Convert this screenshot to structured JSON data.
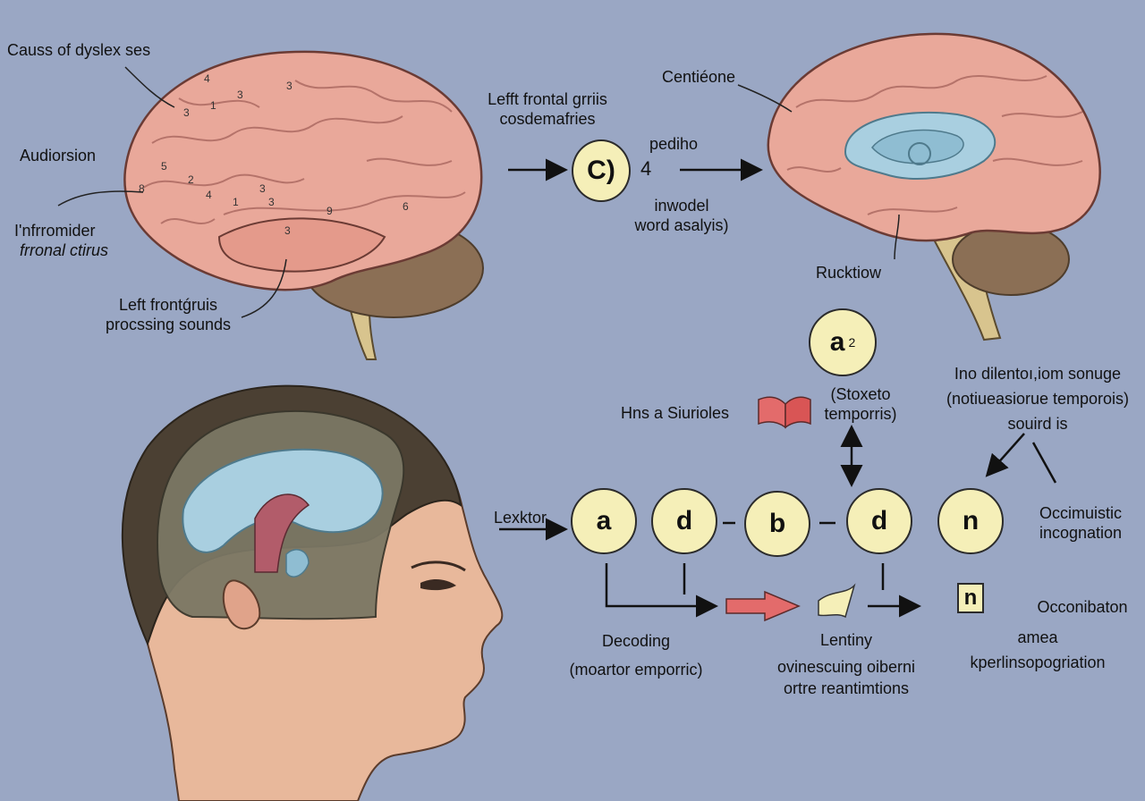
{
  "labels": {
    "causes": "Causs of dyslex ses",
    "audiorsion": "Audiorsion",
    "inferior_line1": "I'nfrromider",
    "inferior_line2": "frronal ctirus",
    "left_front_line1": "Left frontǵruis",
    "left_front_line2": "procssing sounds",
    "top_mid_line1": "Lefft frontal grriis",
    "top_mid_line2": "cosdemafries",
    "pediho": "pediho",
    "inwodel_line1": "inwodel",
    "inwodel_line2": "word asalyis)",
    "centieone": "Centiéone",
    "rucktiow": "Rucktiow",
    "hns": "Hns a Siurioles",
    "stoxeto_line1": "(Stoxeto",
    "stoxeto_line2": "temporris)",
    "right_line1": "Ino dilentoı,iom sonuge",
    "right_line2": "(notiueasiorue temporois)",
    "right_line3": "souird is",
    "lexktor": "Lexktor",
    "occim_line1": "Occimuistic",
    "occim_line2": "incognation",
    "decoding_line1": "Decoding",
    "decoding_line2": "(moartor emporric)",
    "lentiny_line1": "Lentiny",
    "lentiny_line2": "ovinescuing oiberni",
    "lentiny_line3": "ortre reantimtions",
    "occon_line1": "Occonibaton",
    "occon_line2": "amea",
    "occon_line3": "kperlinsopogriation"
  },
  "nodes": {
    "c_node": "C)",
    "c_mark": "4",
    "a2_letter": "a",
    "a2_sup": "2",
    "seq": [
      "a",
      "d",
      "b",
      "d",
      "n"
    ],
    "square": "n"
  },
  "brain_numbers": [
    "3",
    "1",
    "3",
    "4",
    "5",
    "8",
    "3",
    "2",
    "4",
    "3",
    "1",
    "3",
    "9",
    "6",
    "3"
  ],
  "colors": {
    "background": "#9aa7c4",
    "brain": "#e9a89a",
    "brain_shadow": "#c97f74",
    "cerebellum": "#8b6f55",
    "node_fill": "#f5efb8",
    "skin": "#e8b89b",
    "hair": "#4b4033",
    "limbic_blue": "#a9cfe0",
    "book_red": "#e36b6b"
  }
}
